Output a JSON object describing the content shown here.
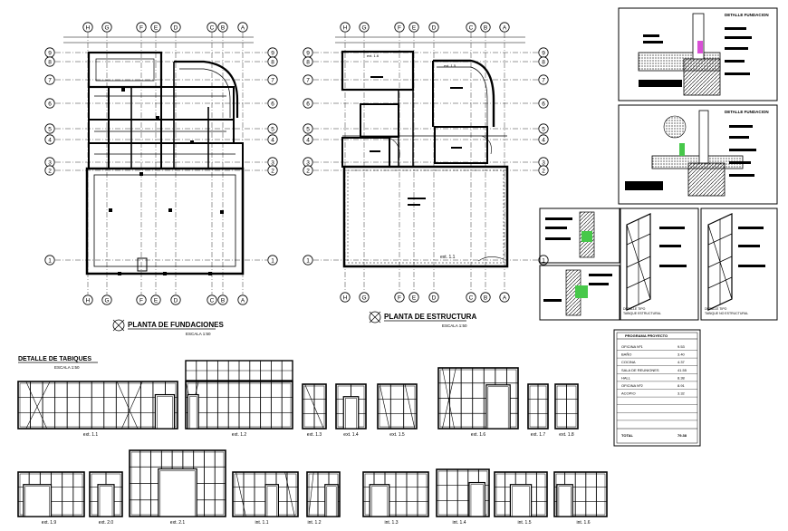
{
  "plans": {
    "foundation_title": "PLANTA DE FUNDACIONES",
    "foundation_scale": "ESCALA 1:50",
    "structure_title": "PLANTA DE ESTRUCTURA",
    "structure_scale": "ESCALA 1:50"
  },
  "grid_axes": {
    "columns": [
      "H",
      "G",
      "F",
      "E",
      "D",
      "C",
      "B",
      "A"
    ],
    "rows": [
      "9",
      "8",
      "7",
      "6",
      "5",
      "4",
      "3",
      "2",
      "1"
    ]
  },
  "details": {
    "foundation_detail_1": "DETALLE FUNDACION",
    "foundation_detail_2": "DETALLE FUNDACION",
    "tabique_estructural": "DETALLE TIPO\nTABIQUE ESTRUCTURAL",
    "tabique_no_estructural": "DETALLE TIPO\nTABIQUE NO ESTRUCTURAL"
  },
  "program": {
    "title": "PROGRAMA PROYECTO",
    "rows": [
      {
        "name": "OFICINA Nº1",
        "value": "9.53"
      },
      {
        "name": "BAÑO",
        "value": "3.40"
      },
      {
        "name": "COCINA",
        "value": "4.37"
      },
      {
        "name": "SALA DE REUNIONES",
        "value": "41.55"
      },
      {
        "name": "HALL",
        "value": "8.38"
      },
      {
        "name": "OFICINA Nº2",
        "value": "8.91"
      },
      {
        "name": "ACOPIO",
        "value": "3.32"
      }
    ],
    "total_label": "TOTAL",
    "total_value": "79.38"
  },
  "tabiques": {
    "title": "DETALLE DE TABIQUES",
    "scale": "ESCALA 1:50",
    "row1": [
      "ext. 1.1",
      "ext. 1.2",
      "ext. 1.3",
      "ext. 1.4",
      "ext. 1.5",
      "ext. 1.6",
      "ext. 1.7",
      "ext. 1.8"
    ],
    "row2": [
      "ext. 1.9",
      "ext. 2.0",
      "ext. 2.1",
      "int. 1.1",
      "int. 1.2",
      "int. 1.3",
      "int. 1.4",
      "int. 1.5",
      "int. 1.6"
    ]
  }
}
